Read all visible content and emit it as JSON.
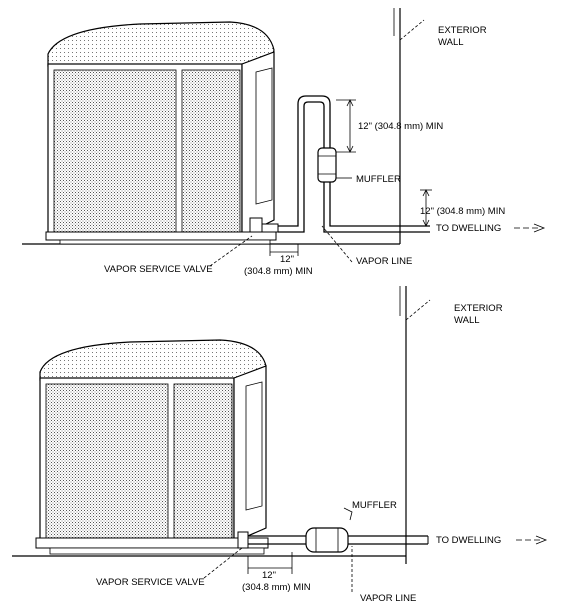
{
  "top": {
    "exterior_wall_line1": "EXTERIOR",
    "exterior_wall_line2": "WALL",
    "riser_min_label": "12\" (304.8 mm) MIN",
    "muffler_label": "MUFFLER",
    "drop_min_label": "12\" (304.8 mm) MIN",
    "to_dwelling_label": "TO DWELLING",
    "horiz_min_line1": "12\"",
    "horiz_min_line2": "(304.8 mm) MIN",
    "vapor_service_valve_label": "VAPOR SERVICE VALVE",
    "vapor_line_label": "VAPOR LINE"
  },
  "bottom": {
    "exterior_wall_line1": "EXTERIOR",
    "exterior_wall_line2": "WALL",
    "muffler_label": "MUFFLER",
    "to_dwelling_label": "TO DWELLING",
    "horiz_min_line1": "12\"",
    "horiz_min_line2": "(304.8 mm) MIN",
    "vapor_service_valve_label": "VAPOR SERVICE VALVE",
    "vapor_line_label": "VAPOR LINE"
  }
}
